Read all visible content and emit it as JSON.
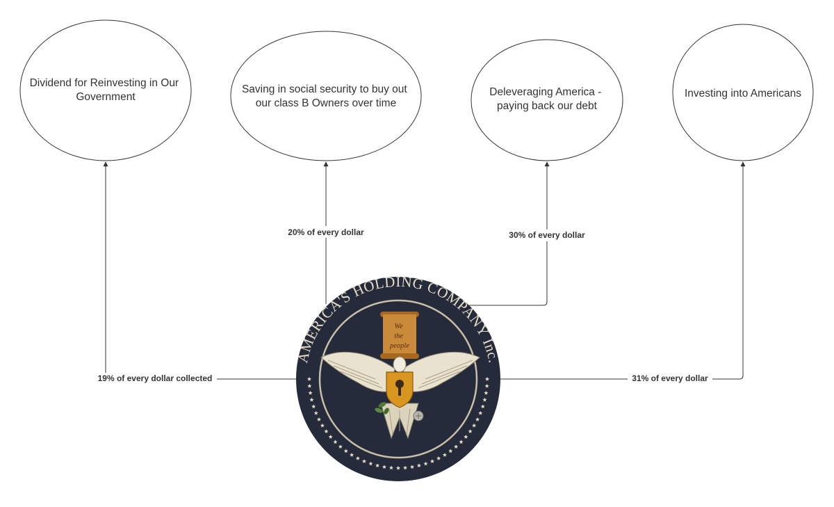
{
  "nodes": [
    {
      "id": "dividend",
      "lines": [
        "Dividend for Reinvesting in Our",
        "Government"
      ]
    },
    {
      "id": "social-security",
      "lines": [
        "Saving in social security to buy out",
        "our class B Owners over time"
      ]
    },
    {
      "id": "deleveraging",
      "lines": [
        "Deleveraging America -",
        "paying back our debt"
      ]
    },
    {
      "id": "investing",
      "lines": [
        "Investing into Americans"
      ]
    }
  ],
  "edges": [
    {
      "to": "dividend",
      "label": "19% of every dollar collected"
    },
    {
      "to": "social-security",
      "label": "20% of every dollar"
    },
    {
      "to": "deleveraging",
      "label": "30% of every dollar"
    },
    {
      "to": "investing",
      "label": "31% of every dollar"
    }
  ],
  "seal": {
    "ring_text": "AMERICA'S HOLDING COMPANY Inc.",
    "scroll_text": [
      "We",
      "the",
      "people"
    ],
    "colors": {
      "navy": "#252b3a",
      "cream": "#e6dcc6",
      "gold": "#d8961f",
      "parchment": "#c98a3a"
    }
  },
  "colors": {
    "line": "#333333",
    "text": "#333333",
    "background": "#ffffff"
  }
}
